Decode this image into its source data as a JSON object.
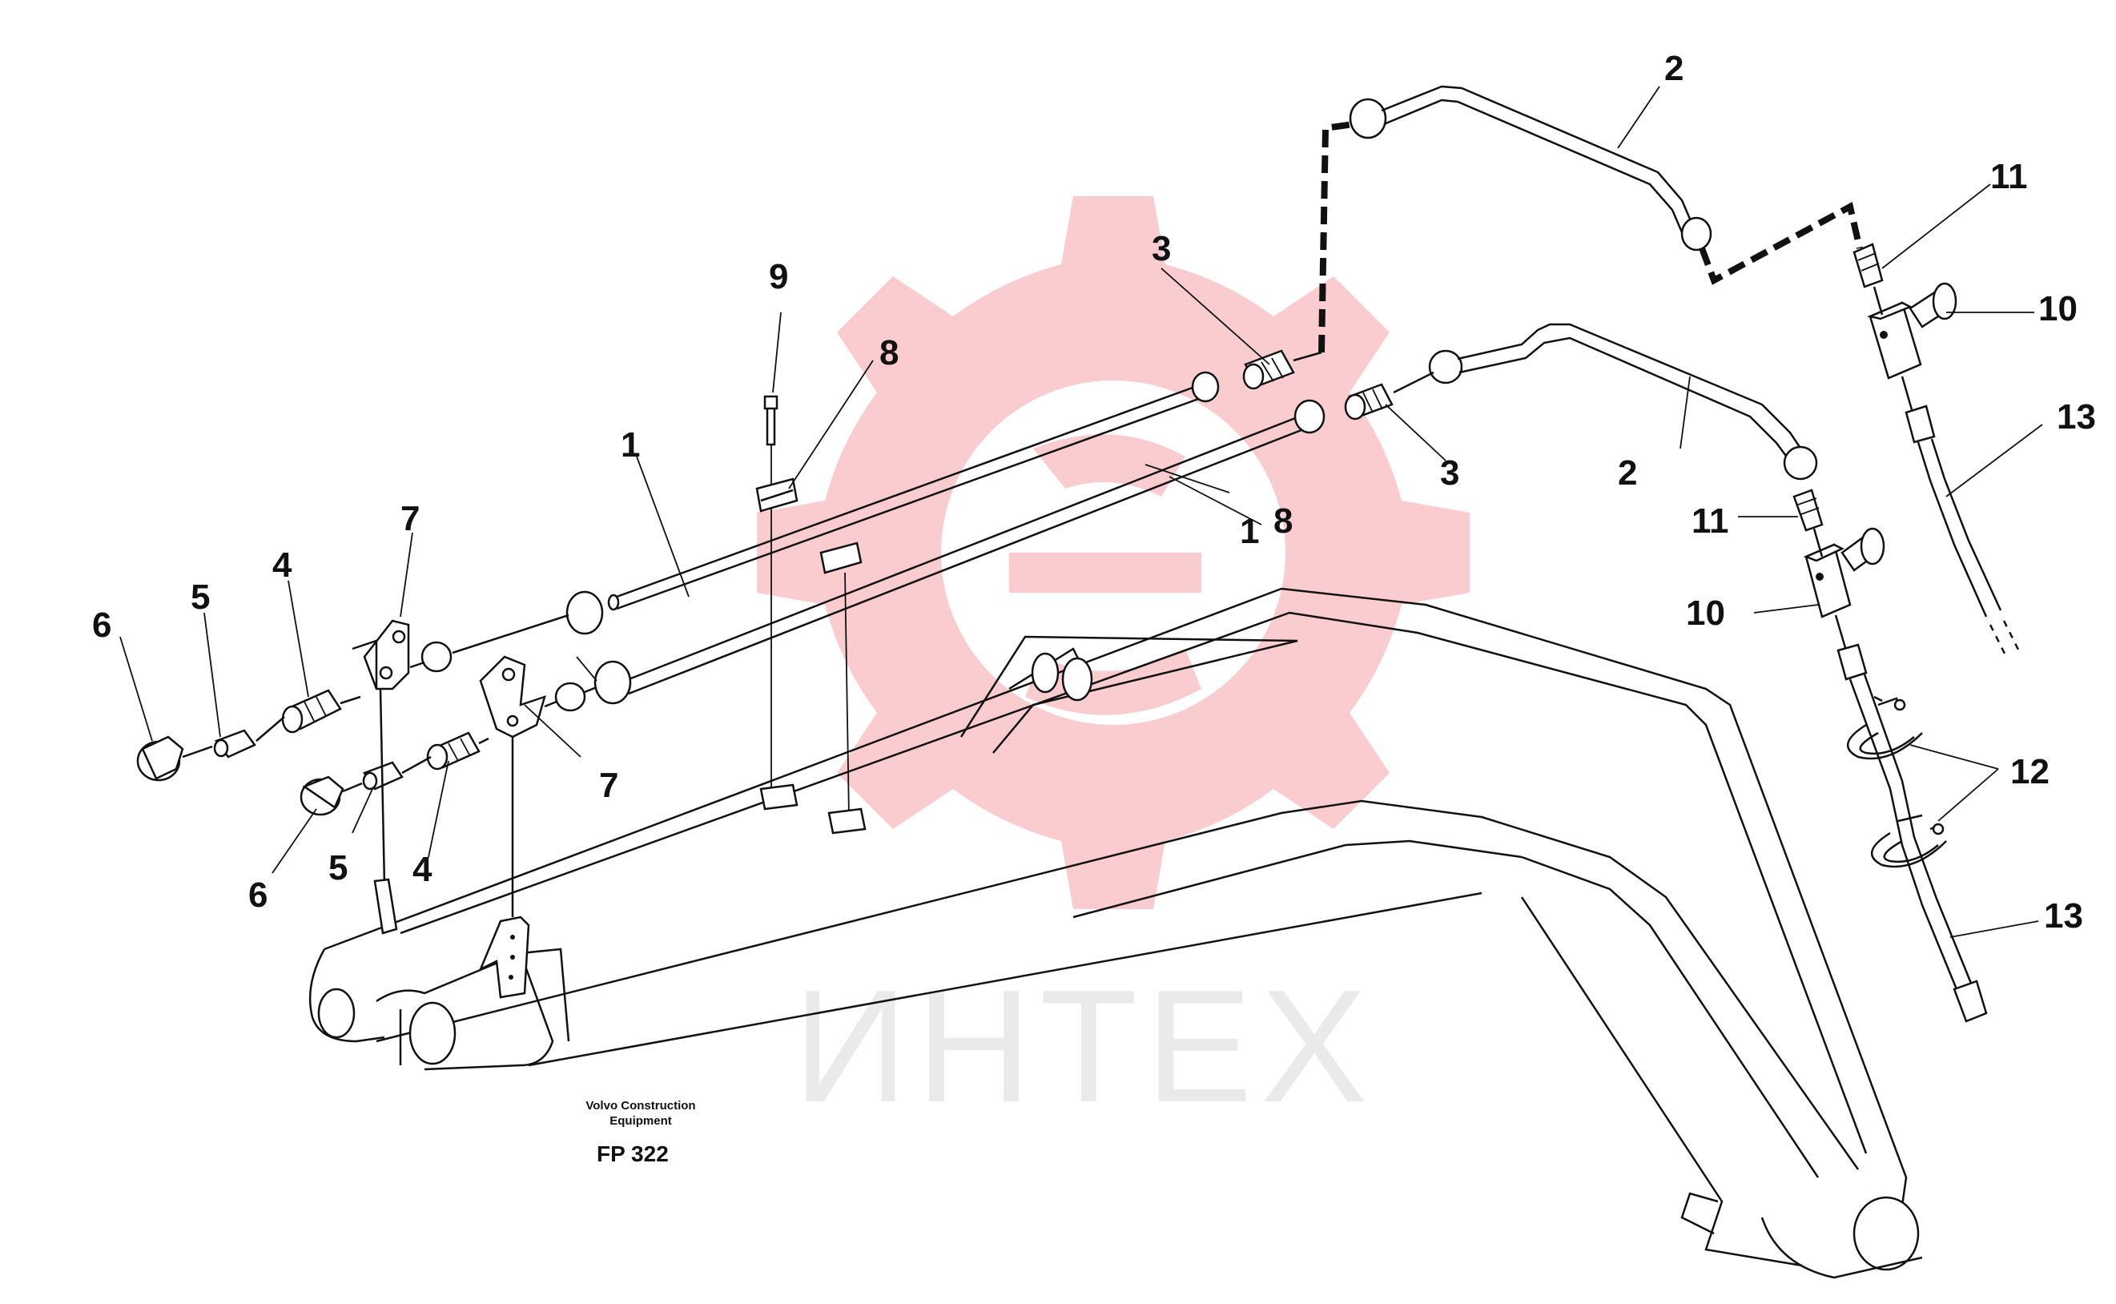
{
  "watermark": {
    "text": "ИНТЕХ",
    "color": "#f5a3a8"
  },
  "credit": {
    "line1": "Volvo Construction",
    "line2": "Equipment",
    "code": "FP 322"
  },
  "callouts": [
    "1",
    "1",
    "2",
    "2",
    "3",
    "3",
    "4",
    "4",
    "5",
    "5",
    "6",
    "6",
    "7",
    "7",
    "8",
    "8",
    "9",
    "10",
    "10",
    "11",
    "11",
    "12",
    "13",
    "13"
  ]
}
